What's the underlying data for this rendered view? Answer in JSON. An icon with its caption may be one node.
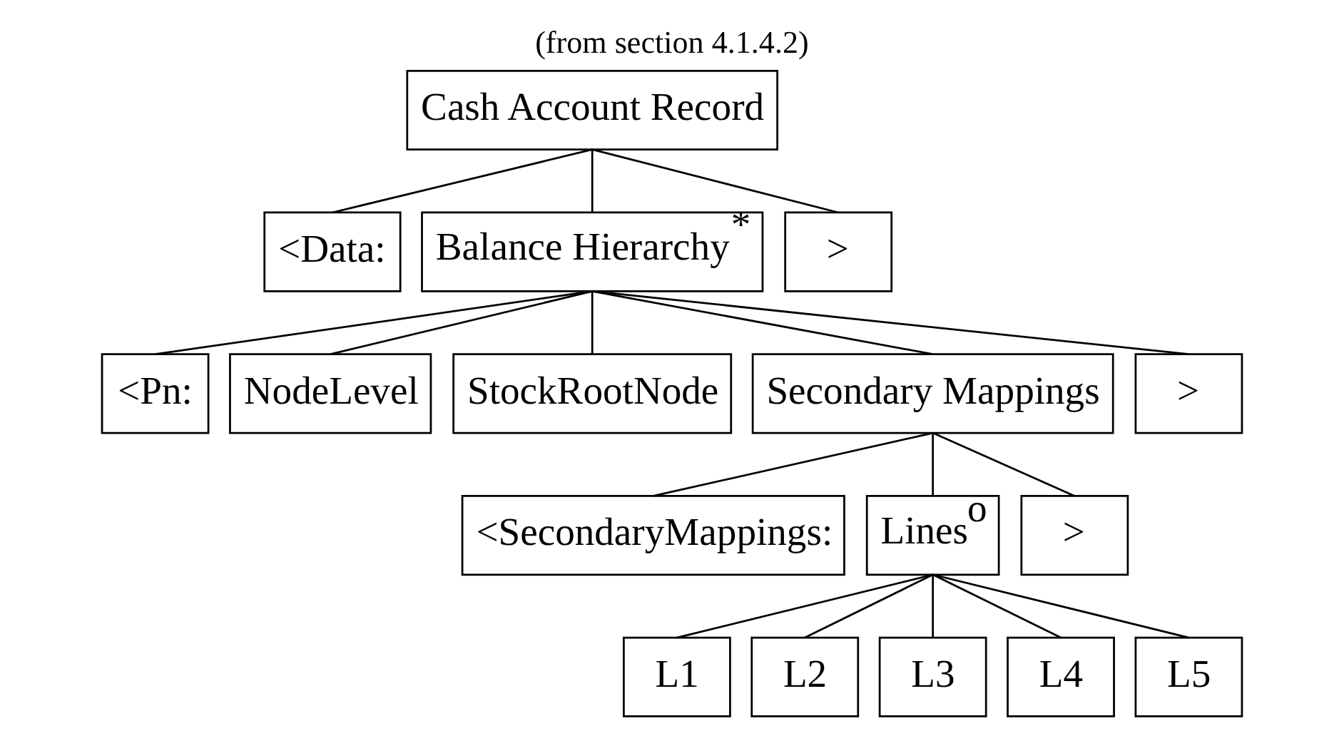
{
  "diagram": {
    "title": "(from section 4.1.4.2)",
    "nodes": [
      {
        "text": [
          "Cash Account Record"
        ]
      },
      {
        "text": [
          "<Data:"
        ]
      },
      {
        "text": [
          "Balance Hierarchy$^{*}$"
        ]
      },
      {
        "text": [
          ">"
        ]
      },
      {
        "text": [
          "<Pn:"
        ]
      },
      {
        "text": [
          "NodeLevel"
        ]
      },
      {
        "text": [
          "StockRootNode"
        ]
      },
      {
        "text": [
          "Secondary Mappings"
        ]
      },
      {
        "text": [
          ">"
        ]
      },
      {
        "text": [
          "<SecondaryMappings:"
        ]
      },
      {
        "text": [
          "Lines$^{o}$"
        ]
      },
      {
        "text": [
          ">"
        ]
      },
      {
        "text": [
          "L1"
        ]
      },
      {
        "text": [
          "L2"
        ]
      },
      {
        "text": [
          "L3"
        ]
      },
      {
        "text": [
          "L4"
        ]
      },
      {
        "text": [
          "L5"
        ]
      }
    ],
    "edges": [
      {
        "from": 0,
        "to": 1,
        "arrow": "none"
      },
      {
        "from": 0,
        "to": 2,
        "arrow": "none"
      },
      {
        "from": 0,
        "to": 3,
        "arrow": "none"
      },
      {
        "from": 2,
        "to": 4,
        "arrow": "none"
      },
      {
        "from": 2,
        "to": 5,
        "arrow": "none"
      },
      {
        "from": 2,
        "to": 6,
        "arrow": "none"
      },
      {
        "from": 2,
        "to": 7,
        "arrow": "none"
      },
      {
        "from": 2,
        "to": 8,
        "arrow": "none"
      },
      {
        "from": 7,
        "to": 9,
        "arrow": "none"
      },
      {
        "from": 7,
        "to": 10,
        "arrow": "none"
      },
      {
        "from": 7,
        "to": 11,
        "arrow": "none"
      },
      {
        "from": 10,
        "to": 12,
        "arrow": "none"
      },
      {
        "from": 10,
        "to": 13,
        "arrow": "none"
      },
      {
        "from": 10,
        "to": 14,
        "arrow": "none"
      },
      {
        "from": 10,
        "to": 15,
        "arrow": "none"
      },
      {
        "from": 10,
        "to": 16,
        "arrow": "none"
      }
    ]
  }
}
